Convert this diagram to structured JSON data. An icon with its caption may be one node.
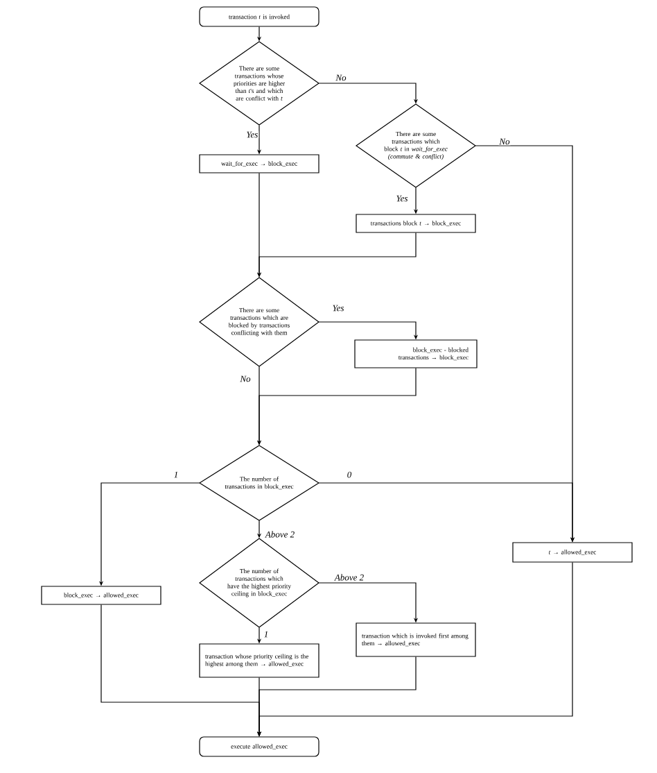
{
  "diagram": {
    "nodes": [
      {
        "text": [
          "transaction *t* is invoked"
        ]
      },
      {
        "text": [
          "There are some transactions whose priorities are higher than *t*'s and which are conflict with *t*"
        ]
      },
      {
        "text": [
          "wait_for_exec → block_exec"
        ]
      },
      {
        "text": [
          "There are some transactions which block *t* in *wait_for_exec* *(commute & conflict)*"
        ]
      },
      {
        "text": [
          "transactions block *t* → block_exec"
        ]
      },
      {
        "text": [
          "There are some transactions which are blocked by transactions conflicting with them"
        ]
      },
      {
        "text": [
          "block_exec - blocked transactions → block_exec"
        ]
      },
      {
        "text": [
          "The number of transactions in block_exec"
        ]
      },
      {
        "text": [
          "block_exec → allowed_exec"
        ]
      },
      {
        "text": [
          "The number of transactions which have the highest priority ceiling in block_exec"
        ]
      },
      {
        "text": [
          "transaction whose priority ceiling is the highest among them → allowed_exec"
        ]
      },
      {
        "text": [
          "transaction which is invoked first among them → allowed_exec"
        ]
      },
      {
        "text": [
          "*t* → allowed_exec"
        ]
      },
      {
        "text": [
          "execute allowed_exec"
        ]
      }
    ],
    "edges": [
      {
        "from": 0,
        "to": 1,
        "arrow": "to"
      },
      {
        "from": 1,
        "to": 2,
        "arrow": "to",
        "label": "Yes"
      },
      {
        "from": 1,
        "to": 3,
        "arrow": "to",
        "label": "No"
      },
      {
        "from": 3,
        "to": 4,
        "arrow": "to",
        "label": "Yes"
      },
      {
        "from": 3,
        "to": 12,
        "arrow": "to",
        "label": "No"
      },
      {
        "from": 2,
        "to": 5,
        "arrow": "to"
      },
      {
        "from": 4,
        "to": 5,
        "arrow": "to"
      },
      {
        "from": 5,
        "to": 6,
        "arrow": "to",
        "label": "Yes"
      },
      {
        "from": 5,
        "to": 7,
        "arrow": "to",
        "label": "No"
      },
      {
        "from": 6,
        "to": 7,
        "arrow": "to"
      },
      {
        "from": 7,
        "to": 8,
        "arrow": "to",
        "label": "1"
      },
      {
        "from": 7,
        "to": 12,
        "arrow": "to",
        "label": "0"
      },
      {
        "from": 7,
        "to": 9,
        "arrow": "to",
        "label": "Above 2"
      },
      {
        "from": 9,
        "to": 11,
        "arrow": "to",
        "label": "Above 2"
      },
      {
        "from": 9,
        "to": 10,
        "arrow": "to",
        "label": "1"
      },
      {
        "from": 8,
        "to": 13,
        "arrow": "to"
      },
      {
        "from": 10,
        "to": 13,
        "arrow": "to"
      },
      {
        "from": 11,
        "to": 13,
        "arrow": "to"
      },
      {
        "from": 12,
        "to": 13,
        "arrow": "to"
      }
    ]
  }
}
